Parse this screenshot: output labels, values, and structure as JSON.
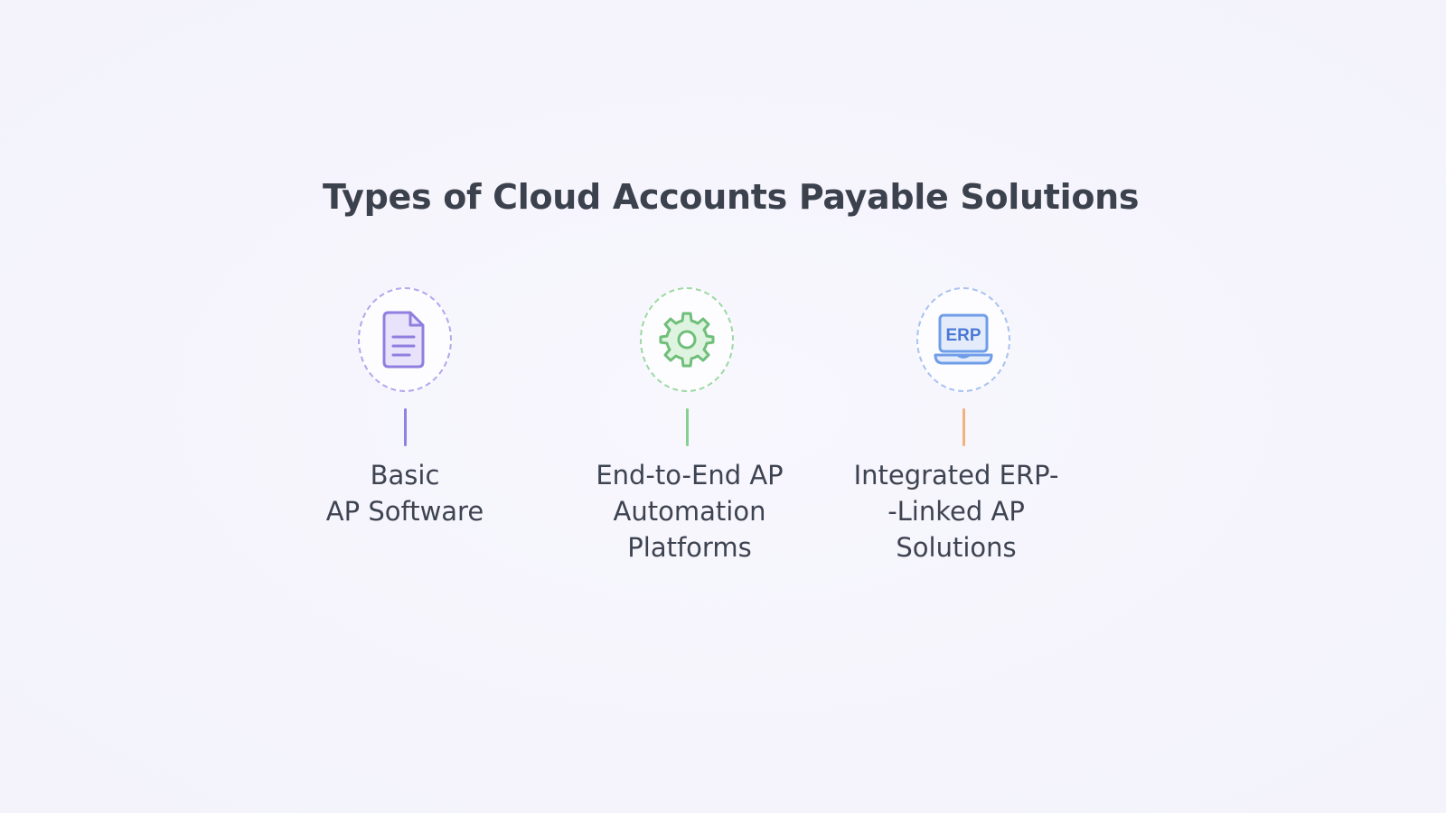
{
  "title": "Types of Cloud Accounts Payable Solutions",
  "colors": {
    "purple": "#9181e0",
    "green": "#86d08f",
    "blue": "#6f9de8",
    "orange": "#f2b27e"
  },
  "items": [
    {
      "icon": "document-icon",
      "label": "Basic\nAP Software"
    },
    {
      "icon": "gear-icon",
      "label": "End-to-End AP\nAutomation\nPlatforms"
    },
    {
      "icon": "laptop-icon",
      "icon_text": "ERP",
      "label": "Integrated  ERP-\n-Linked AP\nSolutions"
    }
  ]
}
